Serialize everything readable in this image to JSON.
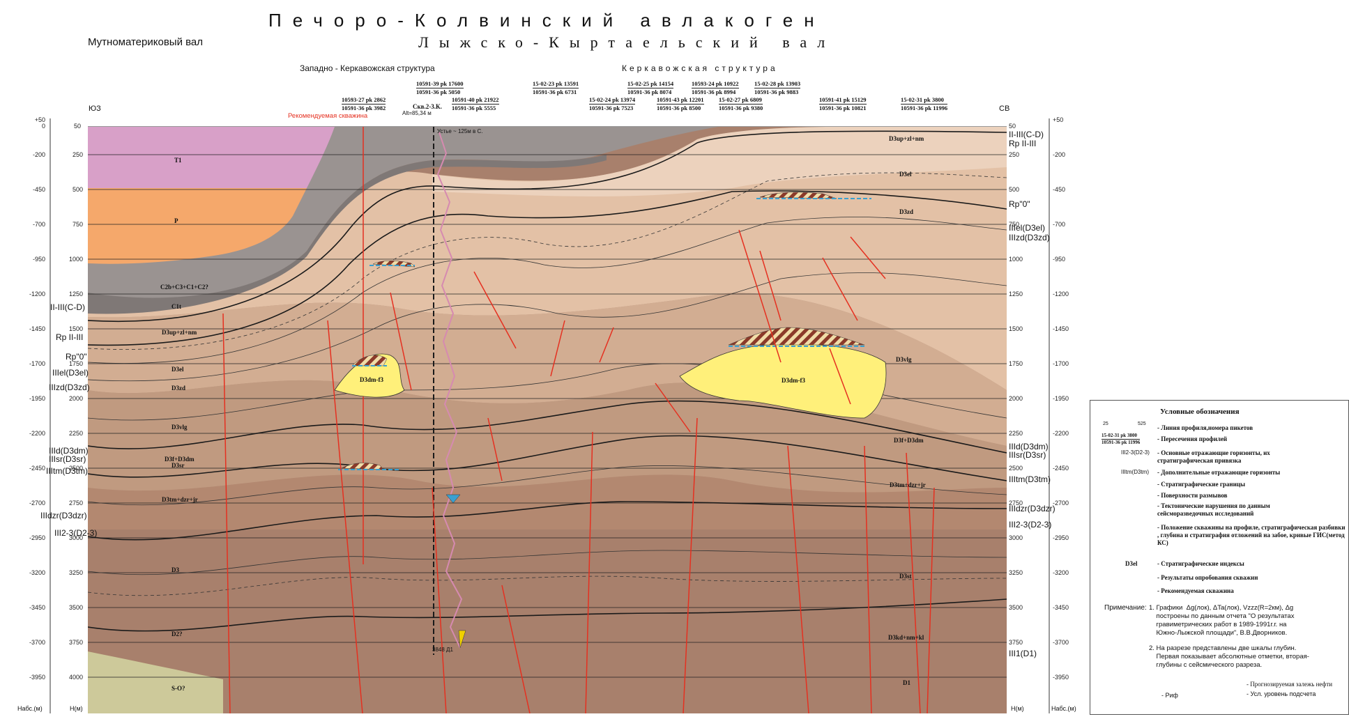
{
  "titles": {
    "main": "Печоро-Колвинский авлакоген",
    "sub": "Лыжско-Кыртаельский вал",
    "left_structure": "Мутноматериковый вал",
    "west_structure": "Западно - Керкавожская структура",
    "kerk_structure": "Керкавожская структура",
    "sw": "ЮЗ",
    "ne": "СВ",
    "recommended_well": "Рекомендуемая скважина",
    "well_name": "Скв.2-3.К.",
    "well_alt": "Alt=85,34 м",
    "well_top": "Устье ~ 125м в С.",
    "well_bottom": "3848 Д1"
  },
  "well_labels": [
    {
      "l1": "10593-27 pk 2862",
      "l2": "10591-36 pk 3982"
    },
    {
      "l1": "10591-39 pk 17600",
      "l2": "10591-36 pk 5050"
    },
    {
      "l1": "10591-40 pk 21922",
      "l2": "10591-36 pk 5555"
    },
    {
      "l1": "15-02-23 pk 13591",
      "l2": "10591-36 pk 6731"
    },
    {
      "l1": "15-02-24 pk 13974",
      "l2": "10591-36 pk 7523"
    },
    {
      "l1": "15-02-25 pk 14154",
      "l2": "10591-36 pk 8074"
    },
    {
      "l1": "10591-43 pk 12201",
      "l2": "10591-36 pk 8500"
    },
    {
      "l1": "10593-24 pk 10922",
      "l2": "10591-36 pk 8994"
    },
    {
      "l1": "15-02-27 pk 6809",
      "l2": "10591-36 pk 9380"
    },
    {
      "l1": "15-02-28 pk 13903",
      "l2": "10591-36 pk 9883"
    },
    {
      "l1": "10591-41 pk 15129",
      "l2": "10591-36 pk 10821"
    },
    {
      "l1": "15-02-31 pk 3800",
      "l2": "10591-36 pk 11996"
    }
  ],
  "left_depths": [
    "+50",
    "0",
    "-200",
    "-450",
    "-700",
    "-950",
    "-1200",
    "-1450",
    "-1700",
    "-1950",
    "-2200",
    "-2450",
    "-2700",
    "-2950",
    "-3200",
    "-3450",
    "-3700",
    "-3950"
  ],
  "inner_depths": [
    "50",
    "250",
    "500",
    "750",
    "1000",
    "1250",
    "1500",
    "1750",
    "2000",
    "2250",
    "2500",
    "2750",
    "3000",
    "3250",
    "3500",
    "3750",
    "4000"
  ],
  "axis_bottom": {
    "left": "Набс.(м)",
    "h": "Н(м)",
    "h_right": "Н(м)",
    "right": "Набс.(м)"
  },
  "left_horizons": [
    "II-III(C-D)",
    "Rp II-III",
    "Rp\"0\"",
    "IIIel(D3el)",
    "IIIzd(D3zd)",
    "IIId(D3dm)",
    "IIIsr(D3sr)",
    "IIItm(D3tm)",
    "IIIdzr(D3dzr)",
    "III2-3(D2-3)"
  ],
  "right_horizons": [
    "II-III(C-D)",
    "Rp II-III",
    "Rp\"0\"",
    "IIIel(D3el)",
    "IIIzd(D3zd)",
    "IIId(D3dm)",
    "IIIsr(D3sr)",
    "IIItm(D3tm)",
    "IIIdzr(D3dzr)",
    "III2-3(D2-3)",
    "III1(D1)"
  ],
  "strat_left": [
    "T1",
    "P",
    "C2b+C3+C1+C2?",
    "C1t",
    "D3up+zl+nm",
    "D3el",
    "D3zd",
    "D3vlg",
    "D3f+D3dm",
    "D3sr",
    "D3tm+dzr+jr",
    "D3",
    "D2?",
    "S-O?"
  ],
  "strat_right": [
    "D3up+zl+nm",
    "D3el",
    "D3zd",
    "D3vlg",
    "D3f+D3dm",
    "D3tm+dzr+jr",
    "D3st",
    "D3kd+nm+kl",
    "D1"
  ],
  "reef_labels": [
    "D3dm-f3",
    "D3dm-f3"
  ],
  "legend": {
    "title": "Условные обозначения",
    "items": [
      "- Линия профиля,номера пикетов",
      "- Пересечения профилей",
      "- Основные отражающие горизонты, их стратиграфическая привязка",
      "- Дополнительные отражающие горизонты",
      "- Стратиграфические границы",
      "- Поверхности размывов",
      "- Тектонические нарушения по данным сейсморазведочных исследований",
      "- Положение скважины на профиле, стратиграфическая разбивки , глубина и стратиграфия отложений на забое, кривые ГИС(метод КС)",
      "- Стратиграфические индексы",
      "- Результаты опробования скважин",
      "- Рекомендуемая скважина"
    ],
    "sample_scale": [
      "25",
      "525"
    ],
    "sample_cross": [
      "15-02-31 pk 3800",
      "10591-36 pk 11996"
    ],
    "sample_horizon_main": "III2-3(D2-3)",
    "sample_horizon_extra": "IIItm(D3tm)",
    "sample_index": "D3el",
    "note_title": "Примечание:",
    "note1": "1. Графики  Δg(лок), ΔTa(лок), Vzzz(R=2км), Δg\n    построены по данным отчета \"О результатах\n    гравиметрических работ в 1989-1991г.г. на\n    Южно-Лыжской площади\", В.В.Дворников.",
    "note2": "2. На разрезе представлены две шкалы глубин.\n    Первая показывает абсолютные отметки, вторая-\n    глубины с сейсмического разреза.",
    "reef_label": "- Риф",
    "deposit_label": "- Прогнозируемая залежь нефти",
    "level_label": "- Усл. уровень подсчета"
  },
  "colors": {
    "permian": "#f5a86b",
    "triassic": "#d8a0c8",
    "carbon": "#9a9391",
    "carbon_dark": "#7f7876",
    "upper_dev": "#e8c9b0",
    "mid": "#d4aa8d",
    "lower": "#b78c74",
    "deep": "#a8806c",
    "so": "#cdc99a",
    "reef": "#fff07a",
    "fault": "#e53020",
    "deposit": "#8b3a2a",
    "level": "#3aa0d0"
  }
}
